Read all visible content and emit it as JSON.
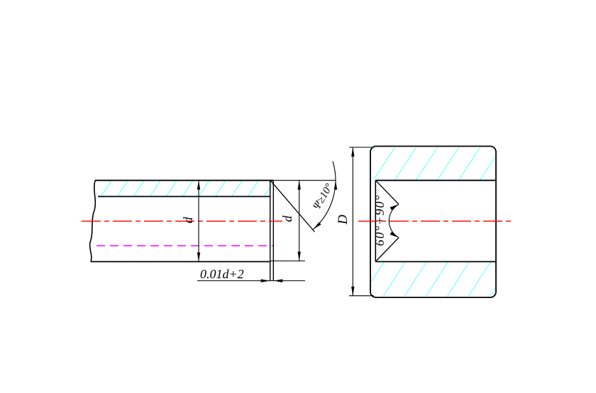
{
  "colors": {
    "outline": "#000000",
    "hatch": "#00ffff",
    "centerline": "#ff0000",
    "hidden_line": "#ff00ff",
    "background": "#ffffff",
    "text": "#000000"
  },
  "left_view": {
    "outer_diameter_label": "d",
    "end_diameter_label": "d",
    "groove_width_label": "0.01d+2",
    "chamfer_angle_label": "Ψ≥10°"
  },
  "right_view": {
    "bore_diameter_label": "D",
    "seat_angle_label": "60°+90°"
  }
}
